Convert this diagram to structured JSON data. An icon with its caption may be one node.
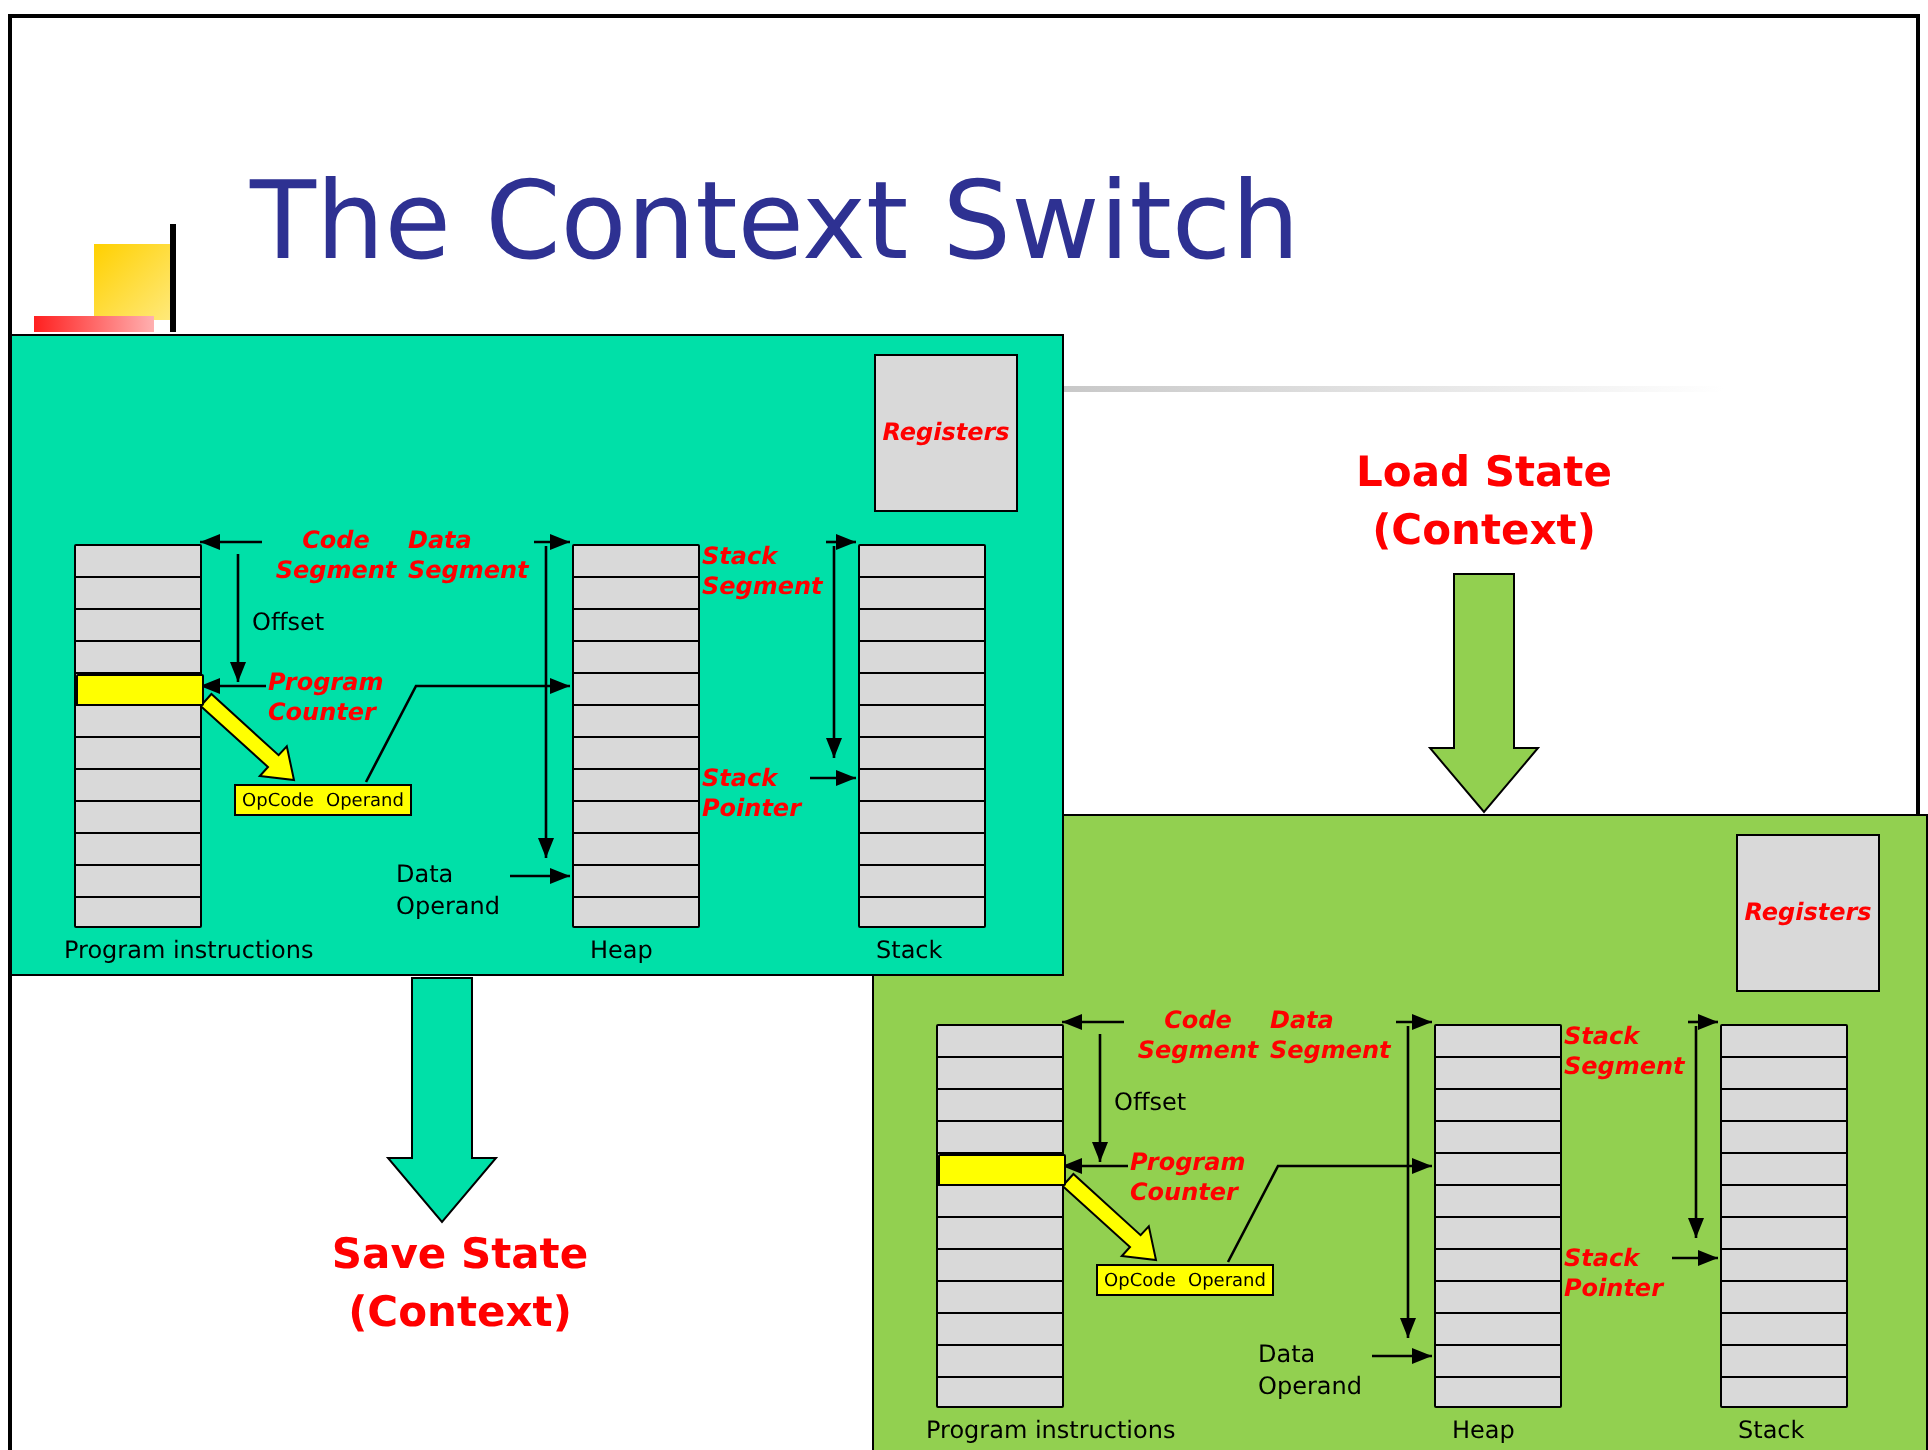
{
  "diagram": {
    "title": "The Context Switch",
    "nodes": [
      {
        "text": [],
        "shape": "box"
      },
      {
        "text": [
          "Registers"
        ],
        "in": 0
      },
      {
        "text": [],
        "shape": "bar",
        "beside": [
          "Program instructions"
        ],
        "in": 0
      },
      {
        "text": [],
        "shape": "bar",
        "in": 2
      },
      {
        "text": [],
        "shape": "bar",
        "beside": [
          "Heap"
        ],
        "in": 0
      },
      {
        "text": [],
        "shape": "bar",
        "beside": [
          "Stack"
        ],
        "in": 0
      },
      {
        "text": [
          "Code Segment"
        ],
        "in": 0
      },
      {
        "text": [
          "Data Segment"
        ],
        "in": 0
      },
      {
        "text": [
          "Stack Segment"
        ],
        "in": 0
      },
      {
        "text": [
          "Program Counter"
        ],
        "in": 0
      },
      {
        "text": [
          "OpCode",
          "Operand"
        ],
        "in": 0
      },
      {
        "text": [
          "Data Operand"
        ],
        "in": 0
      },
      {
        "text": [
          "Stack Pointer"
        ],
        "in": 0
      },
      {
        "text": [
          "Load State (Context)"
        ]
      },
      {
        "text": [],
        "shape": "box"
      },
      {
        "text": [
          "Registers"
        ],
        "in": 14
      },
      {
        "text": [],
        "shape": "bar",
        "beside": [
          "Program instructions"
        ],
        "in": 14
      },
      {
        "text": [],
        "shape": "bar",
        "in": 16
      },
      {
        "text": [],
        "shape": "bar",
        "beside": [
          "Heap"
        ],
        "in": 14
      },
      {
        "text": [],
        "shape": "bar",
        "beside": [
          "Stack"
        ],
        "in": 14
      },
      {
        "text": [
          "Code Segment"
        ],
        "in": 14
      },
      {
        "text": [
          "Data Segment"
        ],
        "in": 14
      },
      {
        "text": [
          "Stack Segment"
        ],
        "in": 14
      },
      {
        "text": [
          "Program Counter"
        ],
        "in": 14
      },
      {
        "text": [
          "OpCode",
          "Operand"
        ],
        "in": 14
      },
      {
        "text": [
          "Data Operand"
        ],
        "in": 14
      },
      {
        "text": [
          "Stack Pointer"
        ],
        "in": 14
      },
      {
        "text": [
          "Save State (Context)"
        ]
      }
    ],
    "edges": [
      {
        "from": 6,
        "to": 2,
        "arrow": "to"
      },
      {
        "from": 9,
        "to": 3,
        "arrow": "to"
      },
      {
        "from": 3,
        "to": 10,
        "arrow": "to",
        "style": "thick",
        "color": "#ffff00"
      },
      {
        "from": 7,
        "to": 4,
        "arrow": "to"
      },
      {
        "from": 10,
        "to": 4,
        "arrow": "to"
      },
      {
        "from": 11,
        "to": 4,
        "arrow": "to"
      },
      {
        "from": 8,
        "to": 5,
        "arrow": "to"
      },
      {
        "from": 12,
        "to": 5,
        "arrow": "to"
      },
      {
        "from": 6,
        "to": 9,
        "arrow": "to",
        "label": "Offset"
      },
      {
        "from": 7,
        "to": 11,
        "arrow": "to"
      },
      {
        "from": 8,
        "to": 12,
        "arrow": "to"
      },
      {
        "from": 13,
        "to": 14,
        "arrow": "to",
        "style": "thick",
        "color": "#92d050"
      },
      {
        "from": 20,
        "to": 16,
        "arrow": "to"
      },
      {
        "from": 23,
        "to": 17,
        "arrow": "to"
      },
      {
        "from": 17,
        "to": 24,
        "arrow": "to",
        "style": "thick",
        "color": "#ffff00"
      },
      {
        "from": 21,
        "to": 18,
        "arrow": "to"
      },
      {
        "from": 24,
        "to": 18,
        "arrow": "to"
      },
      {
        "from": 25,
        "to": 18,
        "arrow": "to"
      },
      {
        "from": 22,
        "to": 19,
        "arrow": "to"
      },
      {
        "from": 26,
        "to": 19,
        "arrow": "to"
      },
      {
        "from": 20,
        "to": 23,
        "arrow": "to",
        "label": "Offset"
      },
      {
        "from": 21,
        "to": 25,
        "arrow": "to"
      },
      {
        "from": 22,
        "to": 26,
        "arrow": "to"
      },
      {
        "from": 0,
        "to": 27,
        "arrow": "to",
        "style": "thick",
        "color": "#00e0a8"
      }
    ]
  }
}
